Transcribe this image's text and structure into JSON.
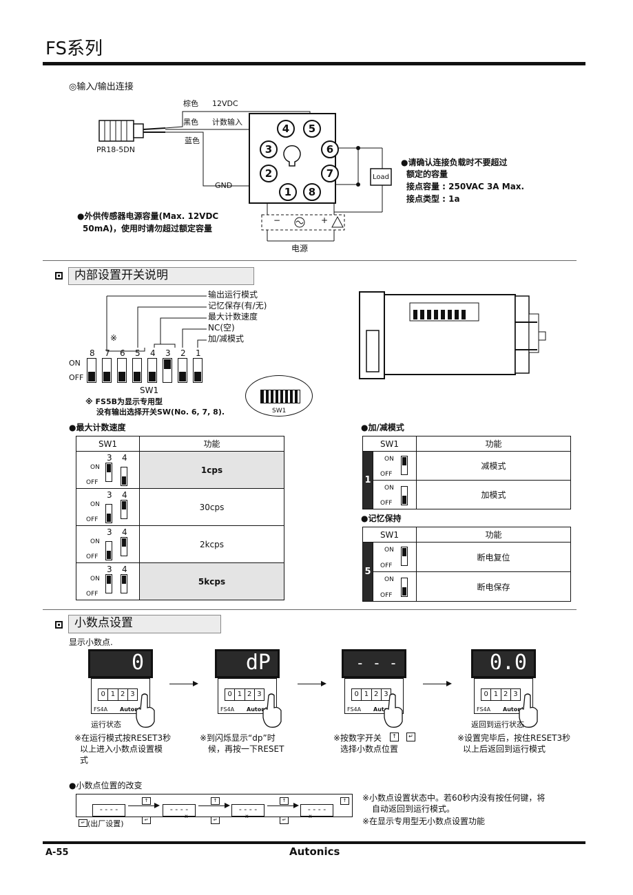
{
  "header": {
    "title": "FS系列"
  },
  "io": {
    "title": "◎输入/输出连接",
    "sensor_model": "PR18-5DN",
    "wire_brown": "棕色",
    "wire_black": "黑色",
    "wire_blue": "蓝色",
    "v12": "12VDC",
    "count_input": "计数输入",
    "gnd": "GND",
    "pins": [
      "4",
      "5",
      "3",
      "6",
      "2",
      "7",
      "1",
      "8"
    ],
    "load": "Load",
    "minus": "−",
    "plus": "+",
    "power": "电源",
    "note_load_1": "●请确认连接负载时不要超过",
    "note_load_2": "额定的容量",
    "note_load_3": "接点容量 : 250VAC 3A Max.",
    "note_load_4": "接点类型 : 1a",
    "note_sensor_1": "●外供传感器电源容量(Max. 12VDC",
    "note_sensor_2": "50mA)，使用时请勿超过额定容量"
  },
  "switch_section": {
    "title": "内部设置开关说明",
    "labels": [
      "输出运行模式",
      "记忆保存(有/无)",
      "最大计数速度",
      "NC(空)",
      "加/减模式"
    ],
    "star": "※",
    "numbers": [
      "8",
      "7",
      "6",
      "5",
      "4",
      "3",
      "2",
      "1"
    ],
    "on": "ON",
    "off": "OFF",
    "sw1": "SW1",
    "note_1": "※  FS5B为显示专用型",
    "note_2": "没有输出选择开关SW(No. 6, 7, 8).",
    "mini_label": "SW1"
  },
  "speed_table": {
    "title": "●最大计数速度",
    "col_sw": "SW1",
    "col_func": "功能",
    "sw_nums": [
      "3",
      "4"
    ],
    "on": "ON",
    "off": "OFF",
    "rows": [
      "1cps",
      "30cps",
      "2kcps",
      "5kcps"
    ]
  },
  "updown_table": {
    "title": "●加/减模式",
    "col_sw": "SW1",
    "col_func": "功能",
    "num": "1",
    "on": "ON",
    "off": "OFF",
    "rows": [
      "减模式",
      "加模式"
    ]
  },
  "memory_table": {
    "title": "●记忆保持",
    "col_sw": "SW1",
    "col_func": "功能",
    "num": "5",
    "on": "ON",
    "off": "OFF",
    "rows": [
      "断电复位",
      "断电保存"
    ]
  },
  "dp_section": {
    "title": "小数点设置",
    "subtitle": "显示小数点.",
    "displays": [
      "0",
      "dP",
      "- - - .",
      "0.0"
    ],
    "model": "FS4A",
    "brand_small": "Autonics",
    "keys": [
      "0",
      "1",
      "2",
      "3"
    ],
    "step1_title": "运行状态",
    "step1_1": "※在运行模式按RESET3秒",
    "step1_2": "以上进入小数点设置模",
    "step1_3": "式",
    "step2_1": "※到闪烁显示“dp”时",
    "step2_2": "候，再按一下RESET",
    "step3_1": "※按数字开关",
    "step3_2": "选择小数点位置",
    "step4_title": "返回到运行状态",
    "step4_1": "※设置完毕后，按住RESET3秒",
    "step4_2": "以上后返回到运行模式"
  },
  "dp_change": {
    "title": "●小数点位置的改变",
    "boxes": [
      "- - - -",
      "- - - -",
      "- - - -",
      "- - - -"
    ],
    "factory": "(出厂设置)",
    "note1_1": "※小数点设置状态中。若60秒内没有按任何键，将",
    "note1_2": "自动返回到运行模式。",
    "note2": "※在显示专用型无小数点设置功能"
  },
  "footer": {
    "page": "A-55",
    "brand": "Autonics"
  }
}
